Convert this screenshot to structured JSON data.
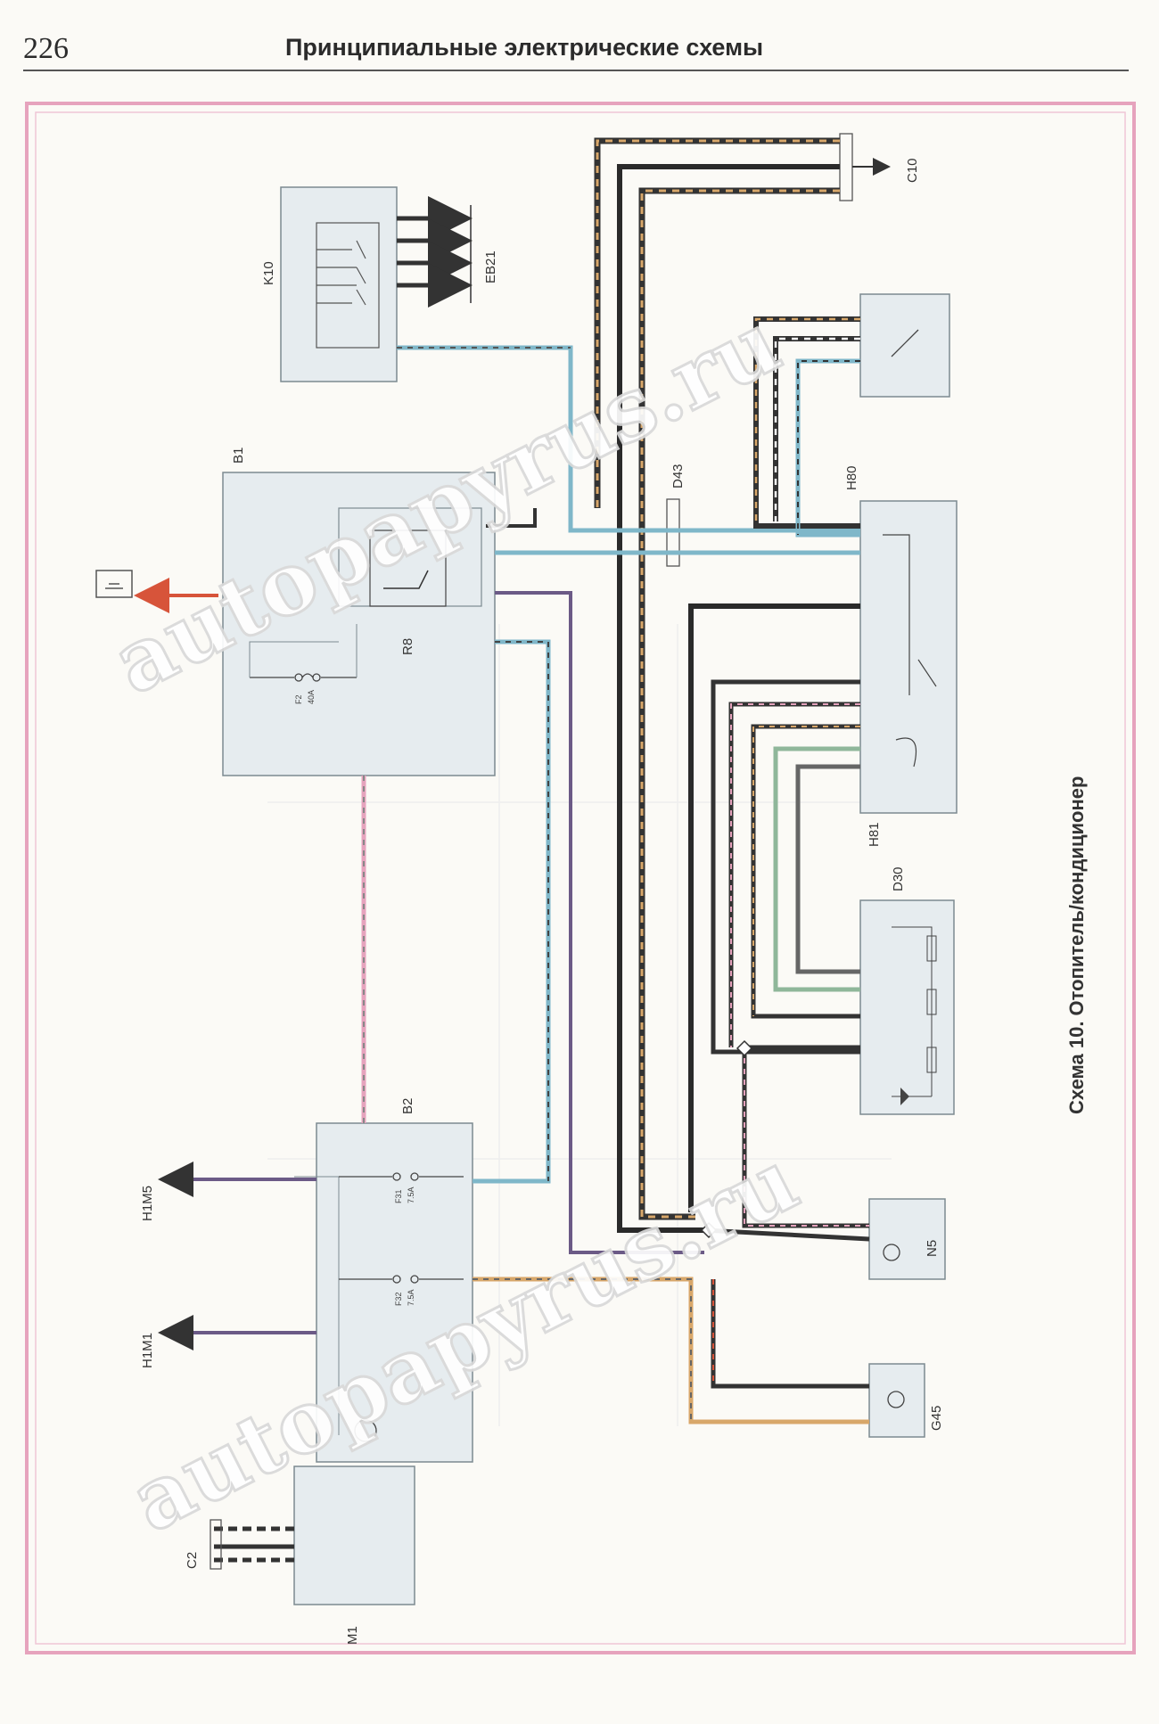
{
  "header": {
    "page_number": "226",
    "title": "Принципиальные электрические схемы"
  },
  "caption": "Схема 10. Отопитель/кондиционер",
  "components": {
    "k10": "K10",
    "eb21": "EB21",
    "b1": "B1",
    "r8": "R8",
    "f2": "F2",
    "f2_rating": "40A",
    "b2": "B2",
    "f31": "F31",
    "f31_rating": "7.5A",
    "f32": "F32",
    "f32_rating": "7.5A",
    "m1": "M1",
    "c10": "C10",
    "c2": "C2",
    "d43": "D43",
    "h80": "H80",
    "h81": "H81",
    "d30": "D30",
    "n5": "N5",
    "g45": "G45",
    "h1m5": "H1M5",
    "h1m1": "H1M1"
  },
  "watermarks": [
    "autopapyrus.ru",
    "autopapyrus.ru"
  ],
  "colors": {
    "border": "#e6a3bd",
    "component_fill": "#e6ecef",
    "wire_dark": "#2a2a2a",
    "wire_blue": "#7fb7c9",
    "wire_purple": "#6b5a86",
    "wire_orange": "#d8a76a",
    "wire_red": "#d7543a",
    "wire_green": "#8fb79a"
  }
}
